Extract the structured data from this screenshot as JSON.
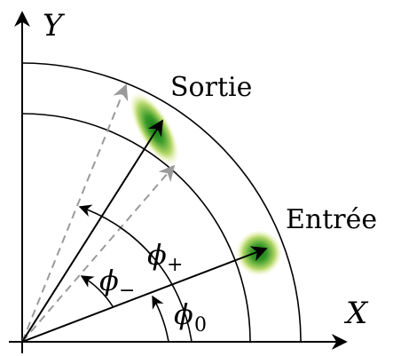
{
  "axes": {
    "x_label": "X",
    "y_label": "Y"
  },
  "labels": {
    "sortie": "Sortie",
    "entree": "Entrée",
    "phi_plus_sym": "ϕ",
    "phi_plus_sub": "+",
    "phi_minus_sym": "ϕ",
    "phi_minus_sub": "−",
    "phi0_sym": "ϕ",
    "phi0_sub": "0"
  },
  "colors": {
    "stroke": "#000000",
    "dashed": "#9a9a9a",
    "spot_green": "#1f8a1f",
    "spot_yellow": "#f2f2a0"
  }
}
